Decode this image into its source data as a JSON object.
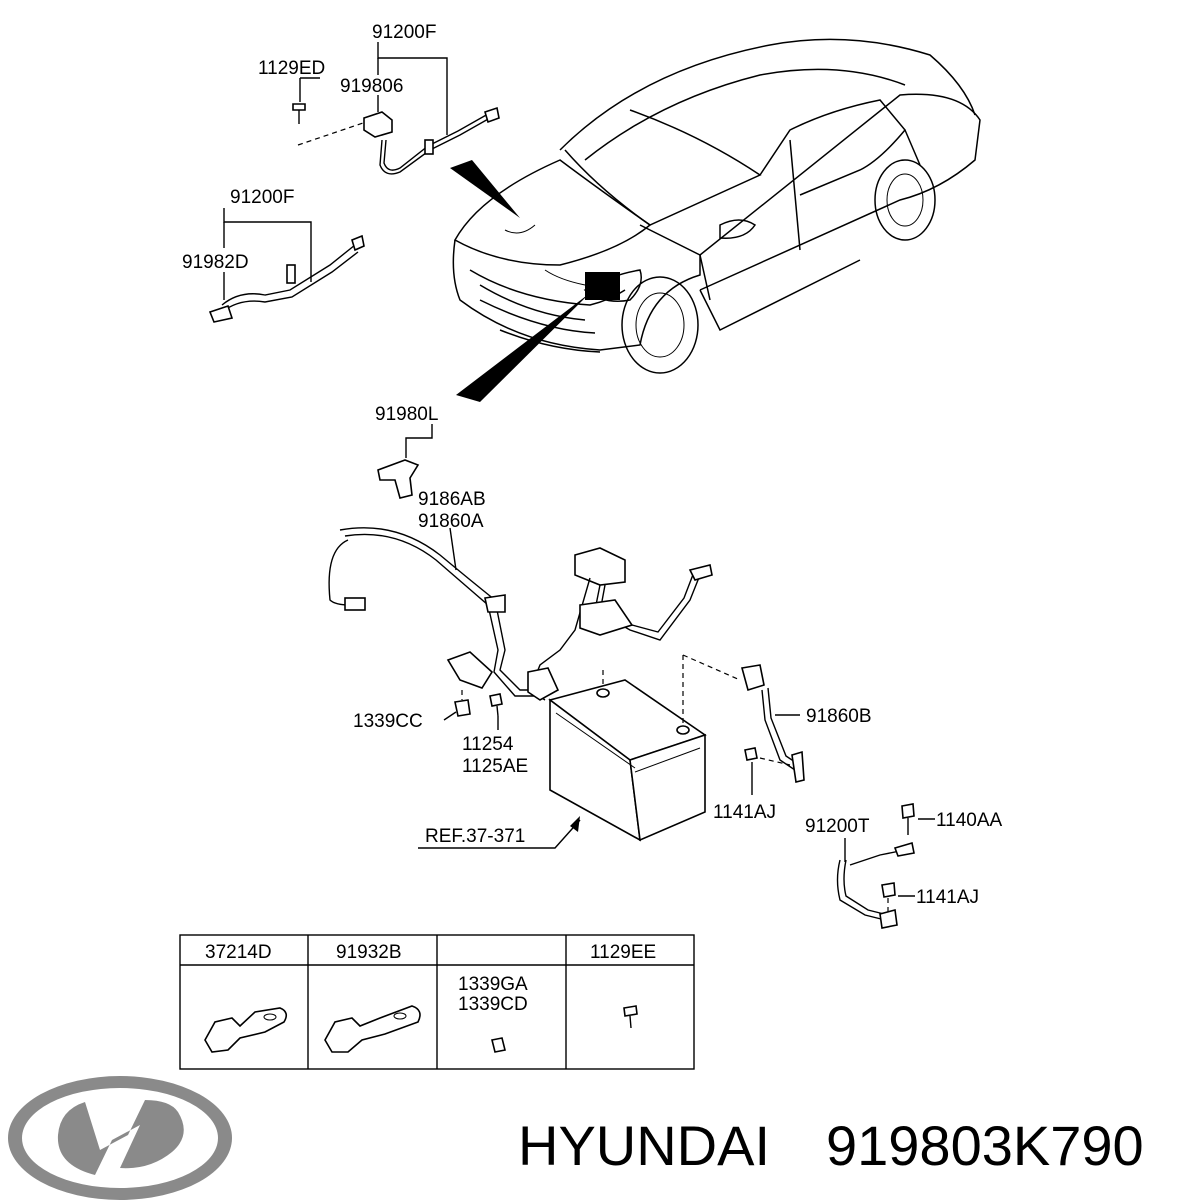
{
  "parts": {
    "p_91200F_top": "91200F",
    "p_1129ED": "1129ED",
    "p_919806": "919806",
    "p_91200F_mid": "91200F",
    "p_91982D": "91982D",
    "p_91980L": "91980L",
    "p_9186AB": "9186AB",
    "p_91860A": "91860A",
    "p_1339CC": "1339CC",
    "p_11254": "11254",
    "p_1125AE": "1125AE",
    "p_91860B": "91860B",
    "p_1141AJ_a": "1141AJ",
    "p_ref": "REF.37-371",
    "p_91200T": "91200T",
    "p_1140AA": "1140AA",
    "p_1141AJ_b": "1141AJ"
  },
  "table": {
    "headers": [
      "37214D",
      "91932B",
      "",
      "1129EE"
    ],
    "cell3_line1": "1339GA",
    "cell3_line2": "1339CD"
  },
  "footer": {
    "brand": "HYUNDAI",
    "part_number": "919803K790",
    "logo_icon": "hyundai-logo-icon"
  }
}
